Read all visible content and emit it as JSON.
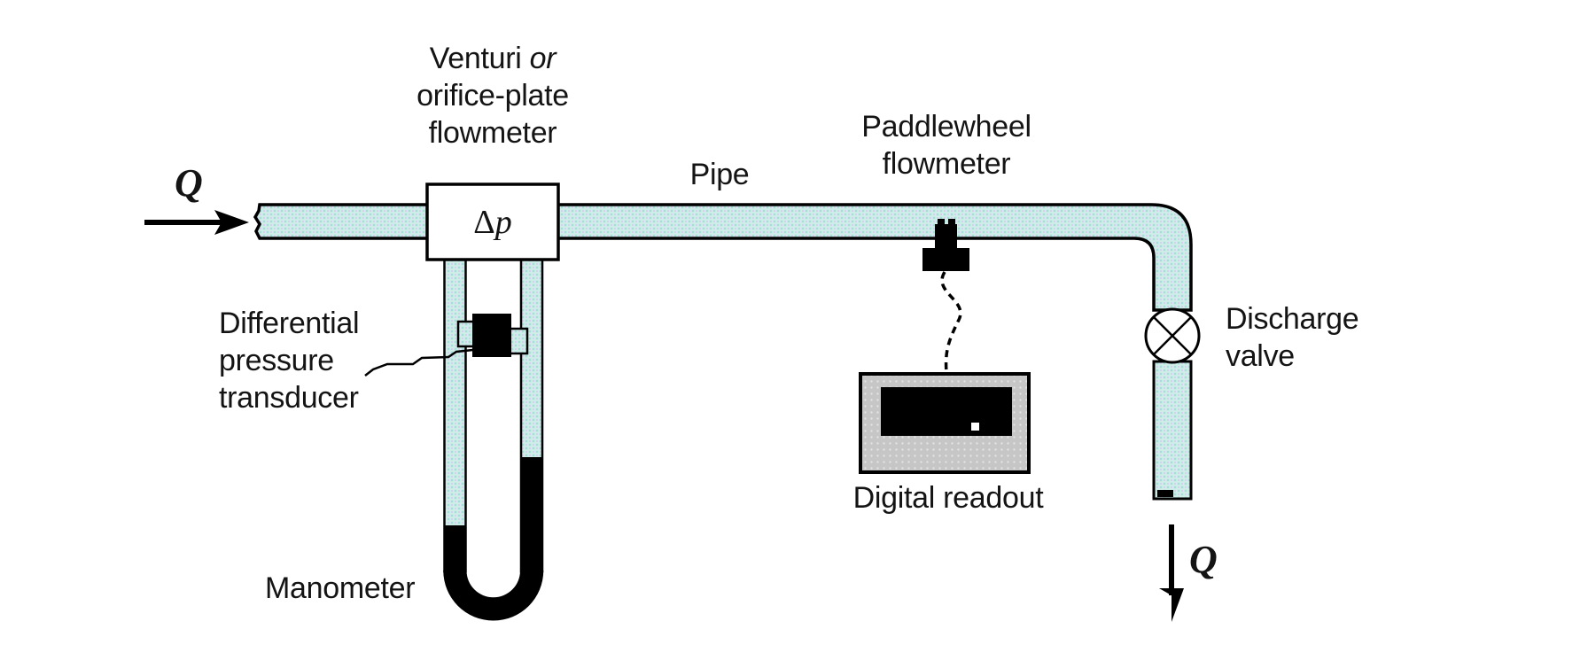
{
  "labels": {
    "venturi_word1": "Venturi",
    "venturi_word2": "or",
    "venturi_line2": "orifice-plate",
    "venturi_line3": "flowmeter",
    "pipe": "Pipe",
    "paddlewheel_line1": "Paddlewheel",
    "paddlewheel_line2": "flowmeter",
    "flow_in_symbol": "Q",
    "flow_out_symbol": "Q",
    "delta_p_delta": "Δ",
    "delta_p_italic": "p",
    "transducer_line1": "Differential",
    "transducer_line2": "pressure",
    "transducer_line3": "transducer",
    "manometer": "Manometer",
    "digital_readout": "Digital readout",
    "discharge_line1": "Discharge",
    "discharge_line2": "valve"
  },
  "icons": {
    "discharge_valve": "circle-x-valve-icon",
    "paddlewheel_sensor": "sensor-plug-icon",
    "flow_arrows": "flow-direction-arrow-icon"
  },
  "colors": {
    "pipe_fluid": "#cfeee9",
    "pipe_dot_teal": "#a9ddd7",
    "pipe_dot_lavender": "#d9ccf1",
    "gauge_fluid": "#000000",
    "readout_body": "#c6c6c6",
    "readout_dot": "#e2e2e2",
    "readout_screen": "#000000",
    "ink": "#000000",
    "text": "#141414"
  }
}
